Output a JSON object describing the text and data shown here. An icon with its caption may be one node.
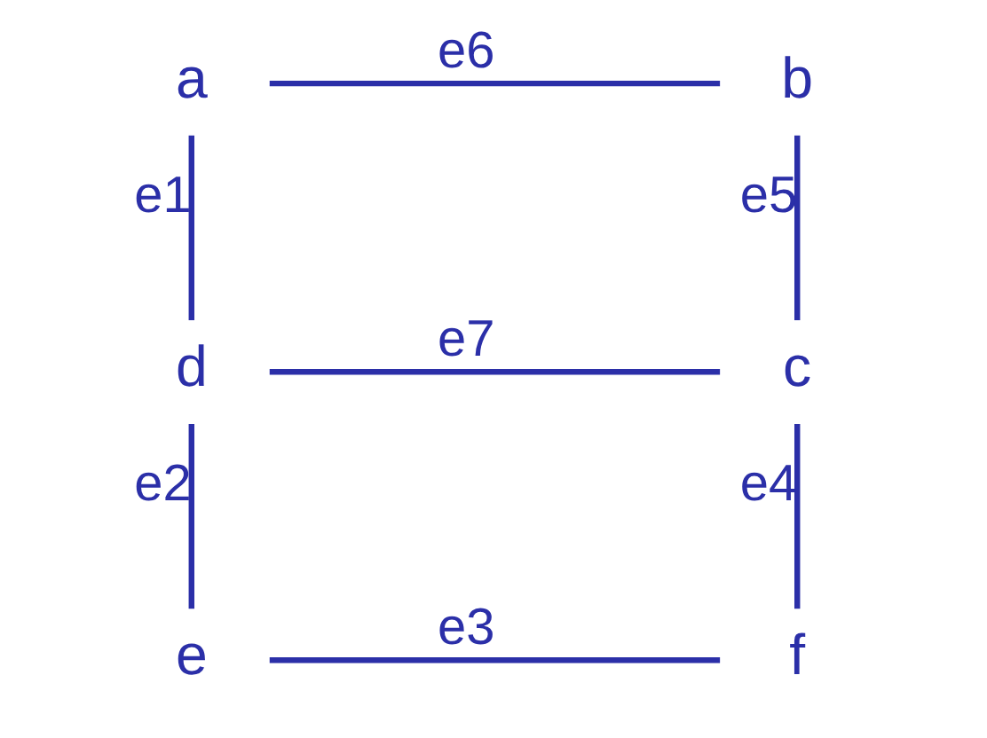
{
  "diagram": {
    "nodes": [
      {
        "text": [
          "a"
        ]
      },
      {
        "text": [
          "b"
        ]
      },
      {
        "text": [
          "d"
        ]
      },
      {
        "text": [
          "c"
        ]
      },
      {
        "text": [
          "e"
        ]
      },
      {
        "text": [
          "f"
        ]
      }
    ],
    "edges": [
      {
        "from": 0,
        "to": 2,
        "arrow": "none",
        "label": "e1"
      },
      {
        "from": 2,
        "to": 4,
        "arrow": "none",
        "label": "e2"
      },
      {
        "from": 4,
        "to": 5,
        "arrow": "none",
        "label": "e3"
      },
      {
        "from": 3,
        "to": 5,
        "arrow": "none",
        "label": "e4"
      },
      {
        "from": 1,
        "to": 3,
        "arrow": "none",
        "label": "e5"
      },
      {
        "from": 0,
        "to": 1,
        "arrow": "none",
        "label": "e6"
      },
      {
        "from": 2,
        "to": 3,
        "arrow": "none",
        "label": "e7"
      }
    ]
  }
}
